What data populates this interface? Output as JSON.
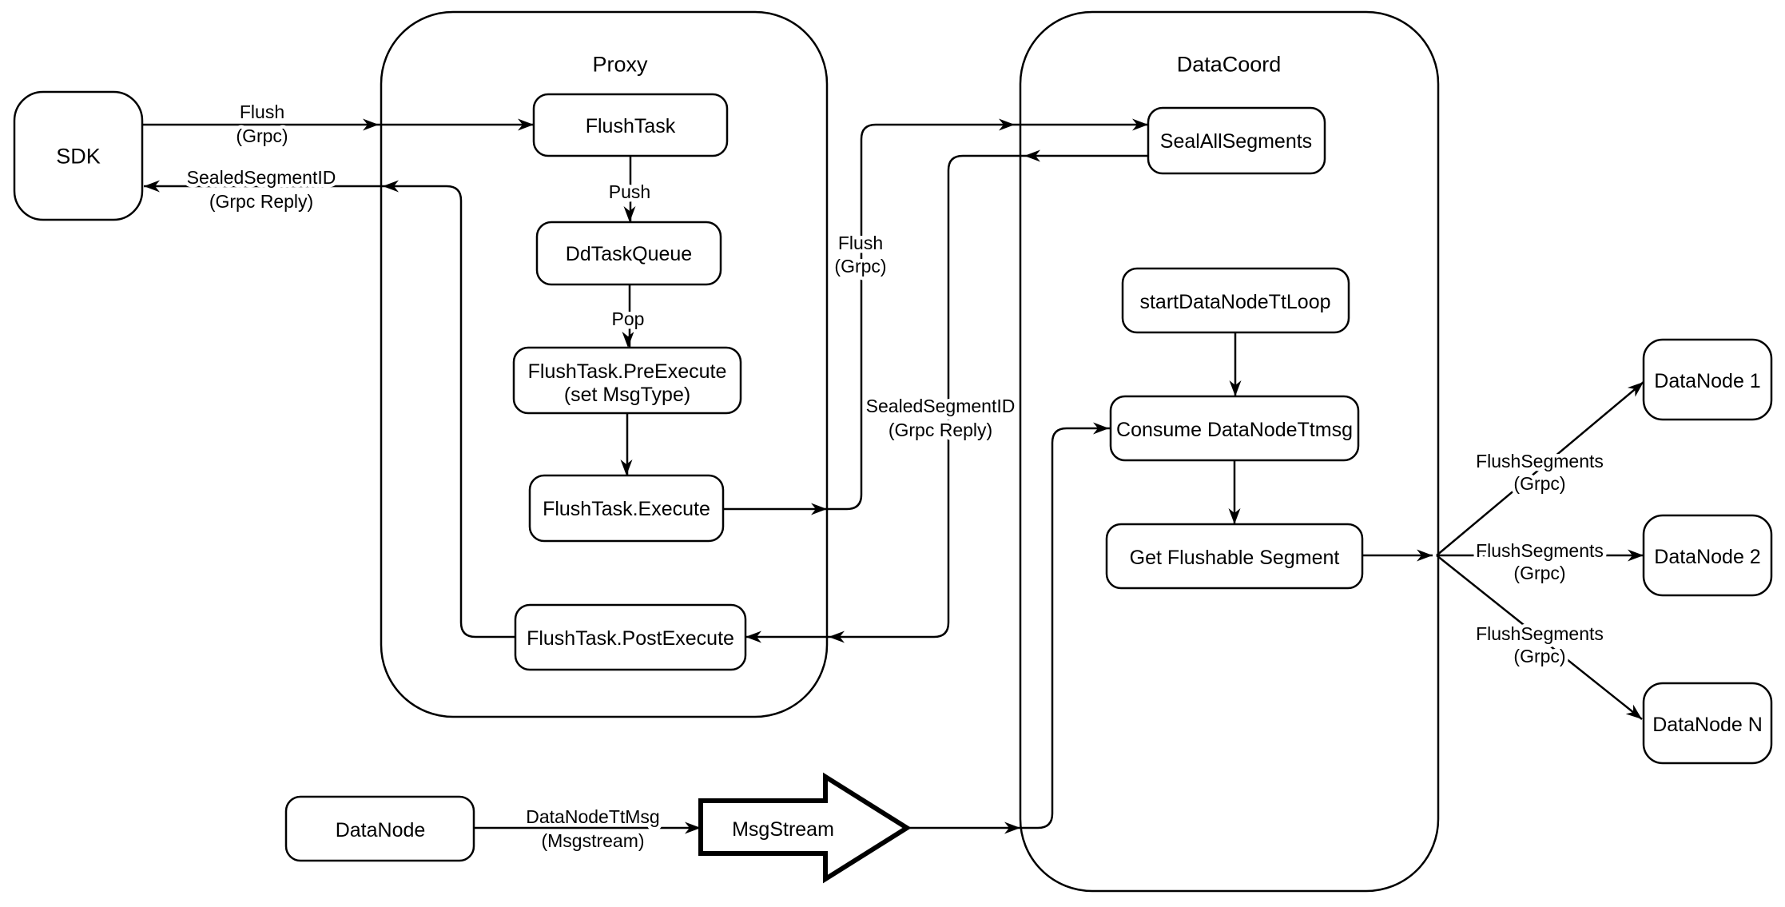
{
  "containers": {
    "proxy": {
      "title": "Proxy"
    },
    "datacoord": {
      "title": "DataCoord"
    }
  },
  "nodes": {
    "sdk": {
      "label": "SDK"
    },
    "flush_task": {
      "label": "FlushTask"
    },
    "dd_task_queue": {
      "label": "DdTaskQueue"
    },
    "pre_execute": {
      "line1": "FlushTask.PreExecute",
      "line2": "(set MsgType)"
    },
    "execute": {
      "label": "FlushTask.Execute"
    },
    "post_execute": {
      "label": "FlushTask.PostExecute"
    },
    "seal_all_segments": {
      "label": "SealAllSegments"
    },
    "start_datanode_tt_loop": {
      "label": "startDataNodeTtLoop"
    },
    "consume_datanode_ttmsg": {
      "label": "Consume DataNodeTtmsg"
    },
    "get_flushable_segment": {
      "label": "Get Flushable Segment"
    },
    "datanode_1": {
      "label": "DataNode 1"
    },
    "datanode_2": {
      "label": "DataNode 2"
    },
    "datanode_n": {
      "label": "DataNode N"
    },
    "datanode": {
      "label": "DataNode"
    },
    "msgstream": {
      "label": "MsgStream"
    }
  },
  "edge_labels": {
    "flush_grpc_sdk": {
      "line1": "Flush",
      "line2": "(Grpc)"
    },
    "sealed_segment_id_sdk": {
      "line1": "SealedSegmentID",
      "line2": "(Grpc Reply)"
    },
    "push": {
      "line1": "Push"
    },
    "pop": {
      "line1": "Pop"
    },
    "flush_grpc_mid": {
      "line1": "Flush",
      "line2": "(Grpc)"
    },
    "sealed_segment_id_mid": {
      "line1": "SealedSegmentID",
      "line2": "(Grpc Reply)"
    },
    "flush_segments_1": {
      "line1": "FlushSegments",
      "line2": "(Grpc)"
    },
    "flush_segments_2": {
      "line1": "FlushSegments",
      "line2": "(Grpc)"
    },
    "flush_segments_3": {
      "line1": "FlushSegments",
      "line2": "(Grpc)"
    },
    "datanode_ttmsg": {
      "line1": "DataNodeTtMsg",
      "line2": "(Msgstream)"
    }
  },
  "colors": {
    "stroke": "#000000",
    "node_fill": "#ffffff",
    "background": "#ffffff"
  }
}
